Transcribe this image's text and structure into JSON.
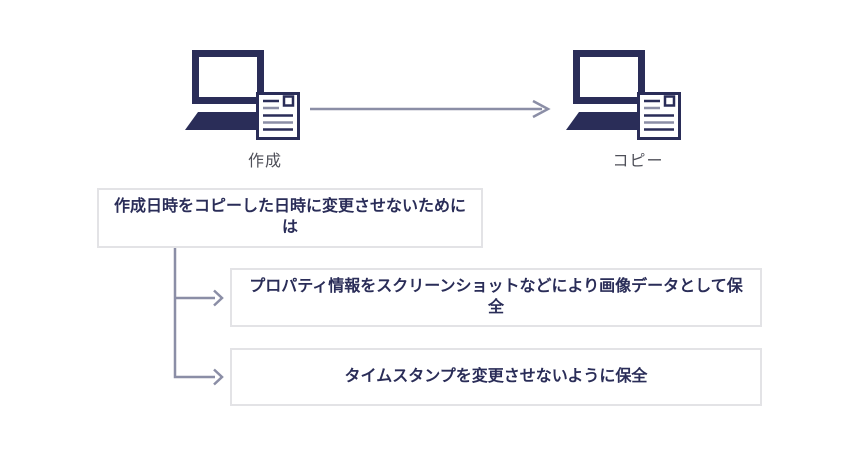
{
  "diagram": {
    "nodes": {
      "source": {
        "label": "作成",
        "icon": "laptop-with-document-icon"
      },
      "target": {
        "label": "コピー",
        "icon": "laptop-with-document-icon"
      }
    },
    "flow": {
      "arrow": "right-arrow"
    },
    "question_box": {
      "text": "作成日時をコピーした日時に変更させないためには"
    },
    "answer_boxes": [
      {
        "text": "プロパティ情報をスクリーンショットなどにより画像データとして保全"
      },
      {
        "text": "タイムスタンプを変更させないように保全"
      }
    ],
    "colors": {
      "navy": "#2a2d58",
      "connector": "#8b8ea6",
      "box_border": "#e3e3e6",
      "label_text": "#4f5059",
      "background": "#ffffff"
    }
  }
}
